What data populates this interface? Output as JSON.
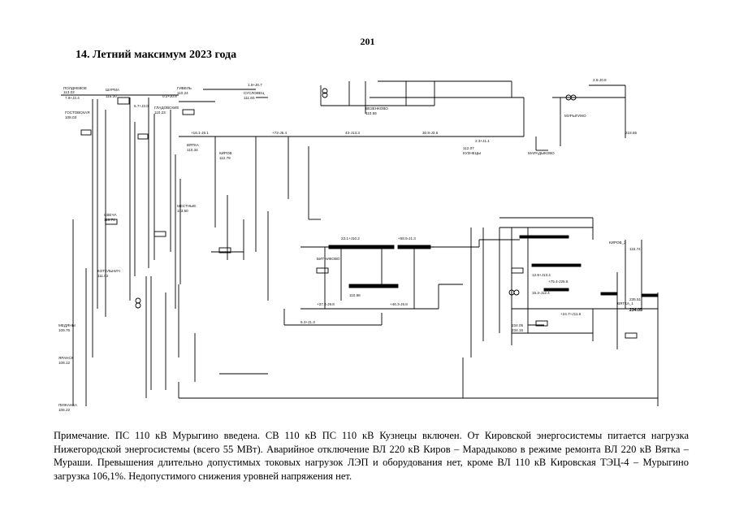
{
  "page_number": "201",
  "title": "14. Летний максимум 2023 года",
  "note": "Примечание. ПС 110 кВ Мурыгино введена. СВ 110 кВ ПС 110 кВ Кузнецы включен. От Кировской энергосистемы питается нагрузка Нижегородской энергосистемы (всего 55 МВт). Аварийное отключение ВЛ 220 кВ Киров – Марадыково в режиме ремонта ВЛ 220 кВ Вятка – Мураши. Превышения длительно допустимых токовых нагрузок ЛЭП и оборудования нет, кроме ВЛ 110 кВ Кировская ТЭЦ-4 – Мурыгино загрузка 106,1%. Недопустимого снижения уровней напряжения нет.",
  "diagram": {
    "stations": [
      {
        "name": "ПОЛДНЕВОЕ",
        "voltage": "113.03"
      },
      {
        "name": "ШУРМА",
        "voltage": "115.20"
      },
      {
        "name": "ГОСТОВСКАЯ",
        "voltage": "108.03"
      },
      {
        "name": "ГЛАДОВСКИЕ",
        "voltage": "110.23"
      },
      {
        "name": "ГИВЕЛЬ",
        "voltage": "110.24"
      },
      {
        "name": "СУСЛОВЕЦ",
        "voltage": "111.60"
      },
      {
        "name": "ВЯТКА",
        "voltage": "110.34"
      },
      {
        "name": "КИРОВ",
        "voltage": "112.79"
      },
      {
        "name": "МЕСТНЫЕ",
        "voltage": "113.50"
      },
      {
        "name": "СВЕЧА",
        "voltage": "110.74"
      },
      {
        "name": "КОТЕЛЬНИЧ",
        "voltage": "111.02"
      },
      {
        "name": "МЕДЯНЫ",
        "voltage": "109.76"
      },
      {
        "name": "ЯРАНСК",
        "voltage": "108.12"
      },
      {
        "name": "ПИЖАНКА",
        "voltage": "106.22"
      },
      {
        "name": "ВЯТКА_1",
        "voltage": "234.05"
      },
      {
        "name": "МУРЫГИНО",
        "voltage": "218.65"
      },
      {
        "name": "МАРАДЫКОВО",
        "voltage": "235.51"
      },
      {
        "name": "КИРОВ_2",
        "voltage": "115.74"
      },
      {
        "name": "ВЕЗЕНКОВО",
        "voltage": "110.59"
      },
      {
        "name": "КУЗНЕЦЫ",
        "voltage": "112.07"
      },
      {
        "name": "БИТНИКОВО",
        "voltage": "110.98"
      }
    ],
    "flows": [
      {
        "label": "7.9+J2.4"
      },
      {
        "label": "0.2+J0.8"
      },
      {
        "label": "1.9+J0.7"
      },
      {
        "label": "5.7+J3.0"
      },
      {
        "label": "+16.1-J5.1"
      },
      {
        "label": "+72-J5.4"
      },
      {
        "label": "43-J13.3"
      },
      {
        "label": "30.8-J3.6"
      },
      {
        "label": "2.3+J1.1"
      },
      {
        "label": "2.5-J0.8"
      },
      {
        "label": "23.1+J10.2"
      },
      {
        "label": "+58.5-J1.3"
      },
      {
        "label": "+37.4-J9.8"
      },
      {
        "label": "+46.3-J5.8"
      },
      {
        "label": "5.3+J1.3"
      },
      {
        "label": "+24.7+J11.6"
      },
      {
        "label": "+75.4-J25.6"
      },
      {
        "label": "12.9+J13.4"
      },
      {
        "label": "15.3-J12.4"
      },
      {
        "label": "234.05"
      },
      {
        "label": "234.15"
      }
    ]
  }
}
